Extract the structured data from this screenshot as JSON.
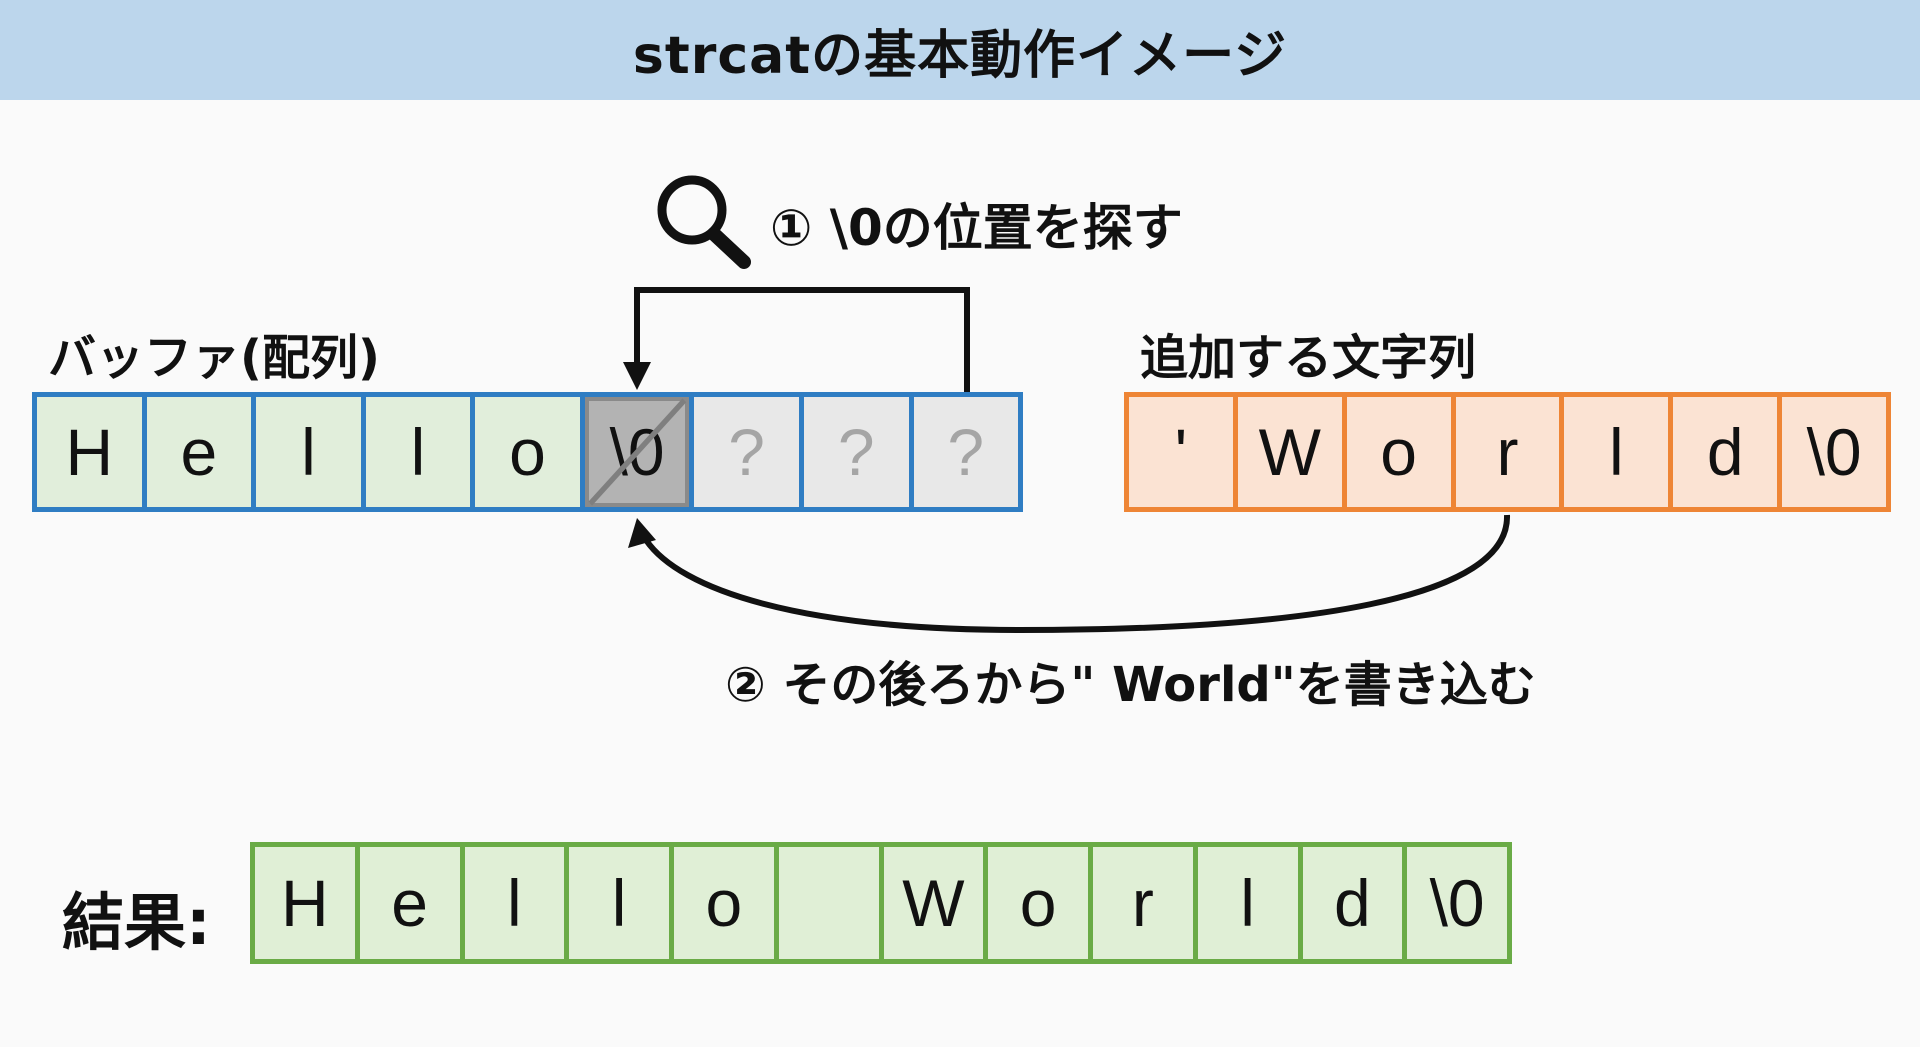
{
  "title": "strcatの基本動作イメージ",
  "step1": "① \\0の位置を探す",
  "step2": "② その後ろから\" World\"を書き込む",
  "buffer": {
    "label": "バッファ(配列)",
    "cells": [
      "H",
      "e",
      "l",
      "l",
      "o",
      "\\0",
      "?",
      "?",
      "?"
    ]
  },
  "append": {
    "label": "追加する文字列",
    "cells": [
      "'",
      "W",
      "o",
      "r",
      "l",
      "d",
      "\\0"
    ]
  },
  "result": {
    "label": "結果:",
    "cells": [
      "H",
      "e",
      "l",
      "l",
      "o",
      " ",
      "W",
      "o",
      "r",
      "l",
      "d",
      "\\0"
    ]
  },
  "colors": {
    "buffer": "#2f7dc3",
    "append": "#ee8535",
    "result": "#6aab46",
    "header": "#bcd6ec"
  }
}
